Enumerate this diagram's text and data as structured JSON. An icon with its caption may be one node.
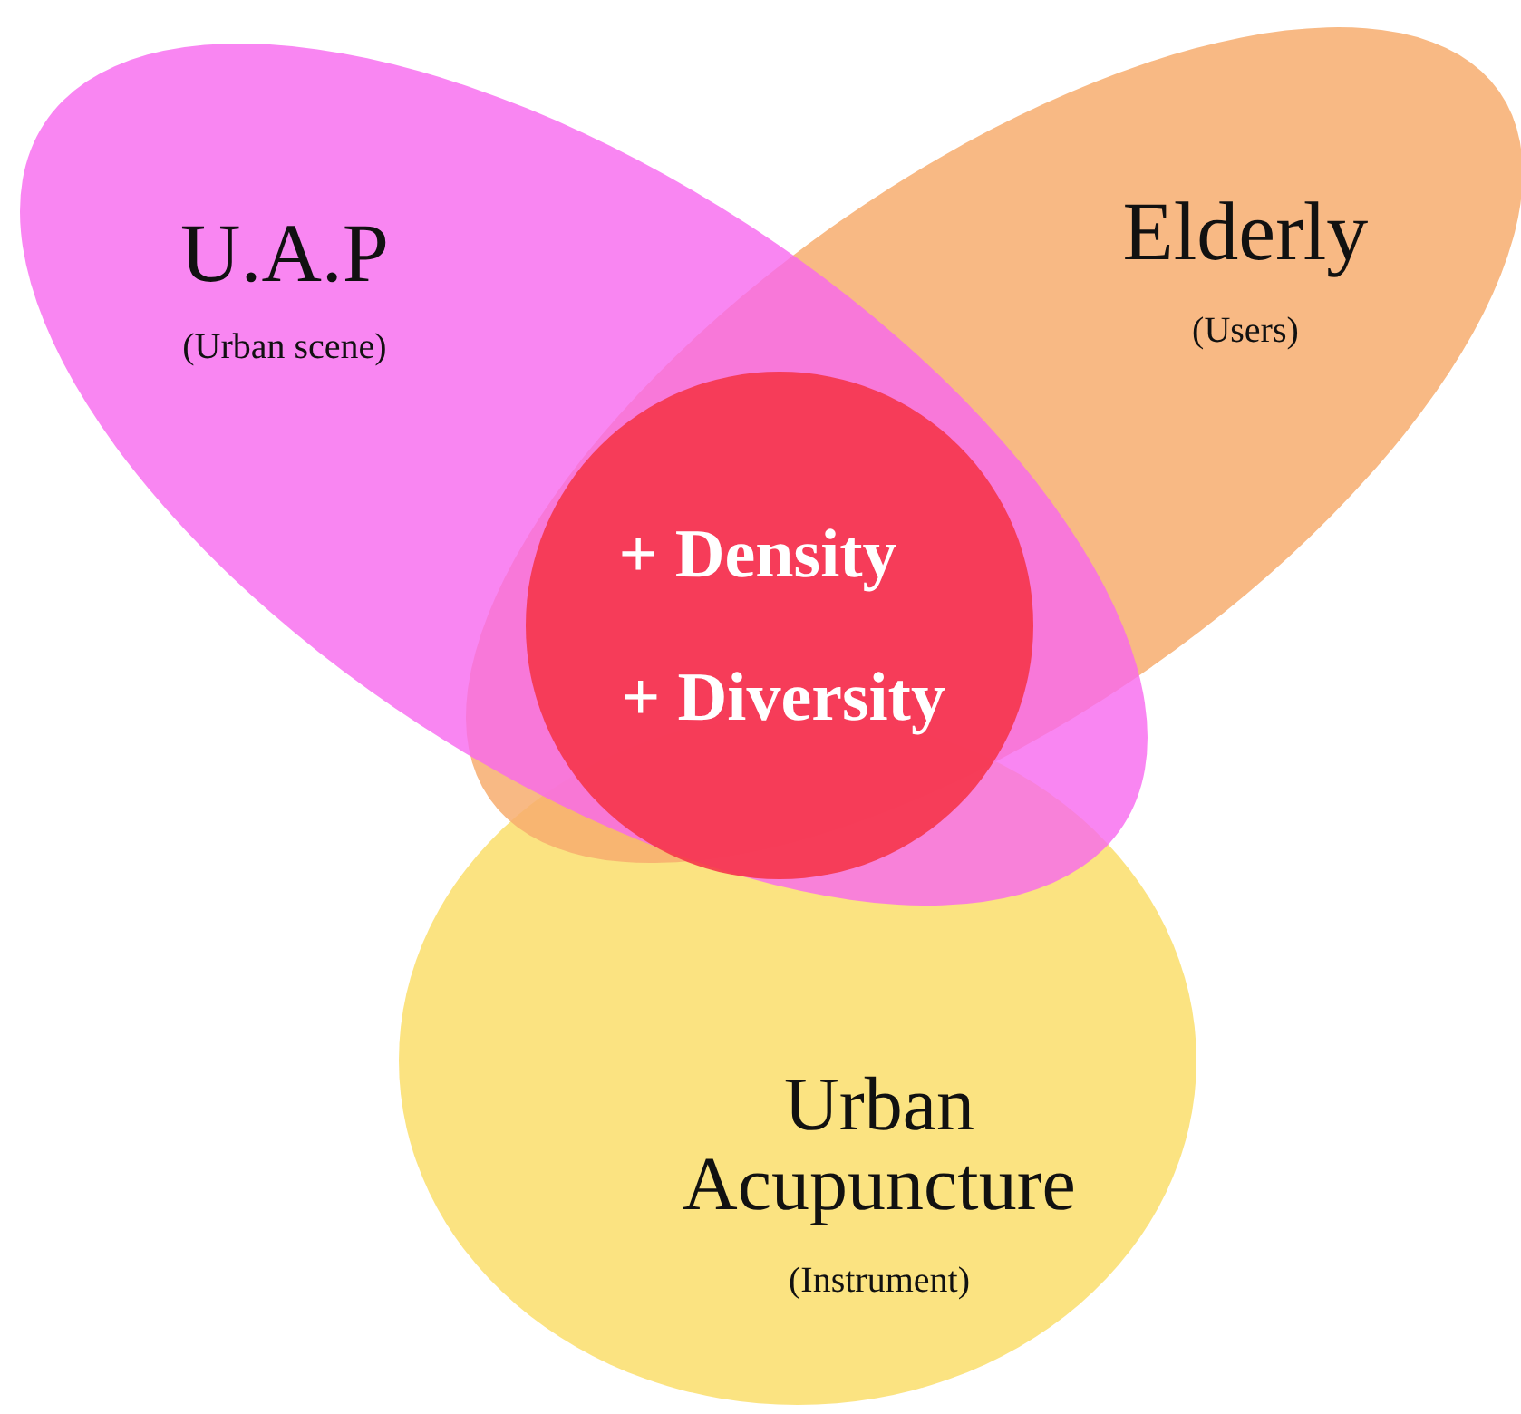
{
  "diagram": {
    "nodes": [
      {
        "text": [
          "Urban Acupuncture",
          "(Instrument)"
        ]
      },
      {
        "text": [
          "Elderly",
          "(Users)"
        ]
      },
      {
        "text": [
          "U.A.P",
          "(Urban scene)"
        ]
      },
      {
        "text": [
          "+ Density",
          "+ Diversity"
        ]
      }
    ]
  }
}
